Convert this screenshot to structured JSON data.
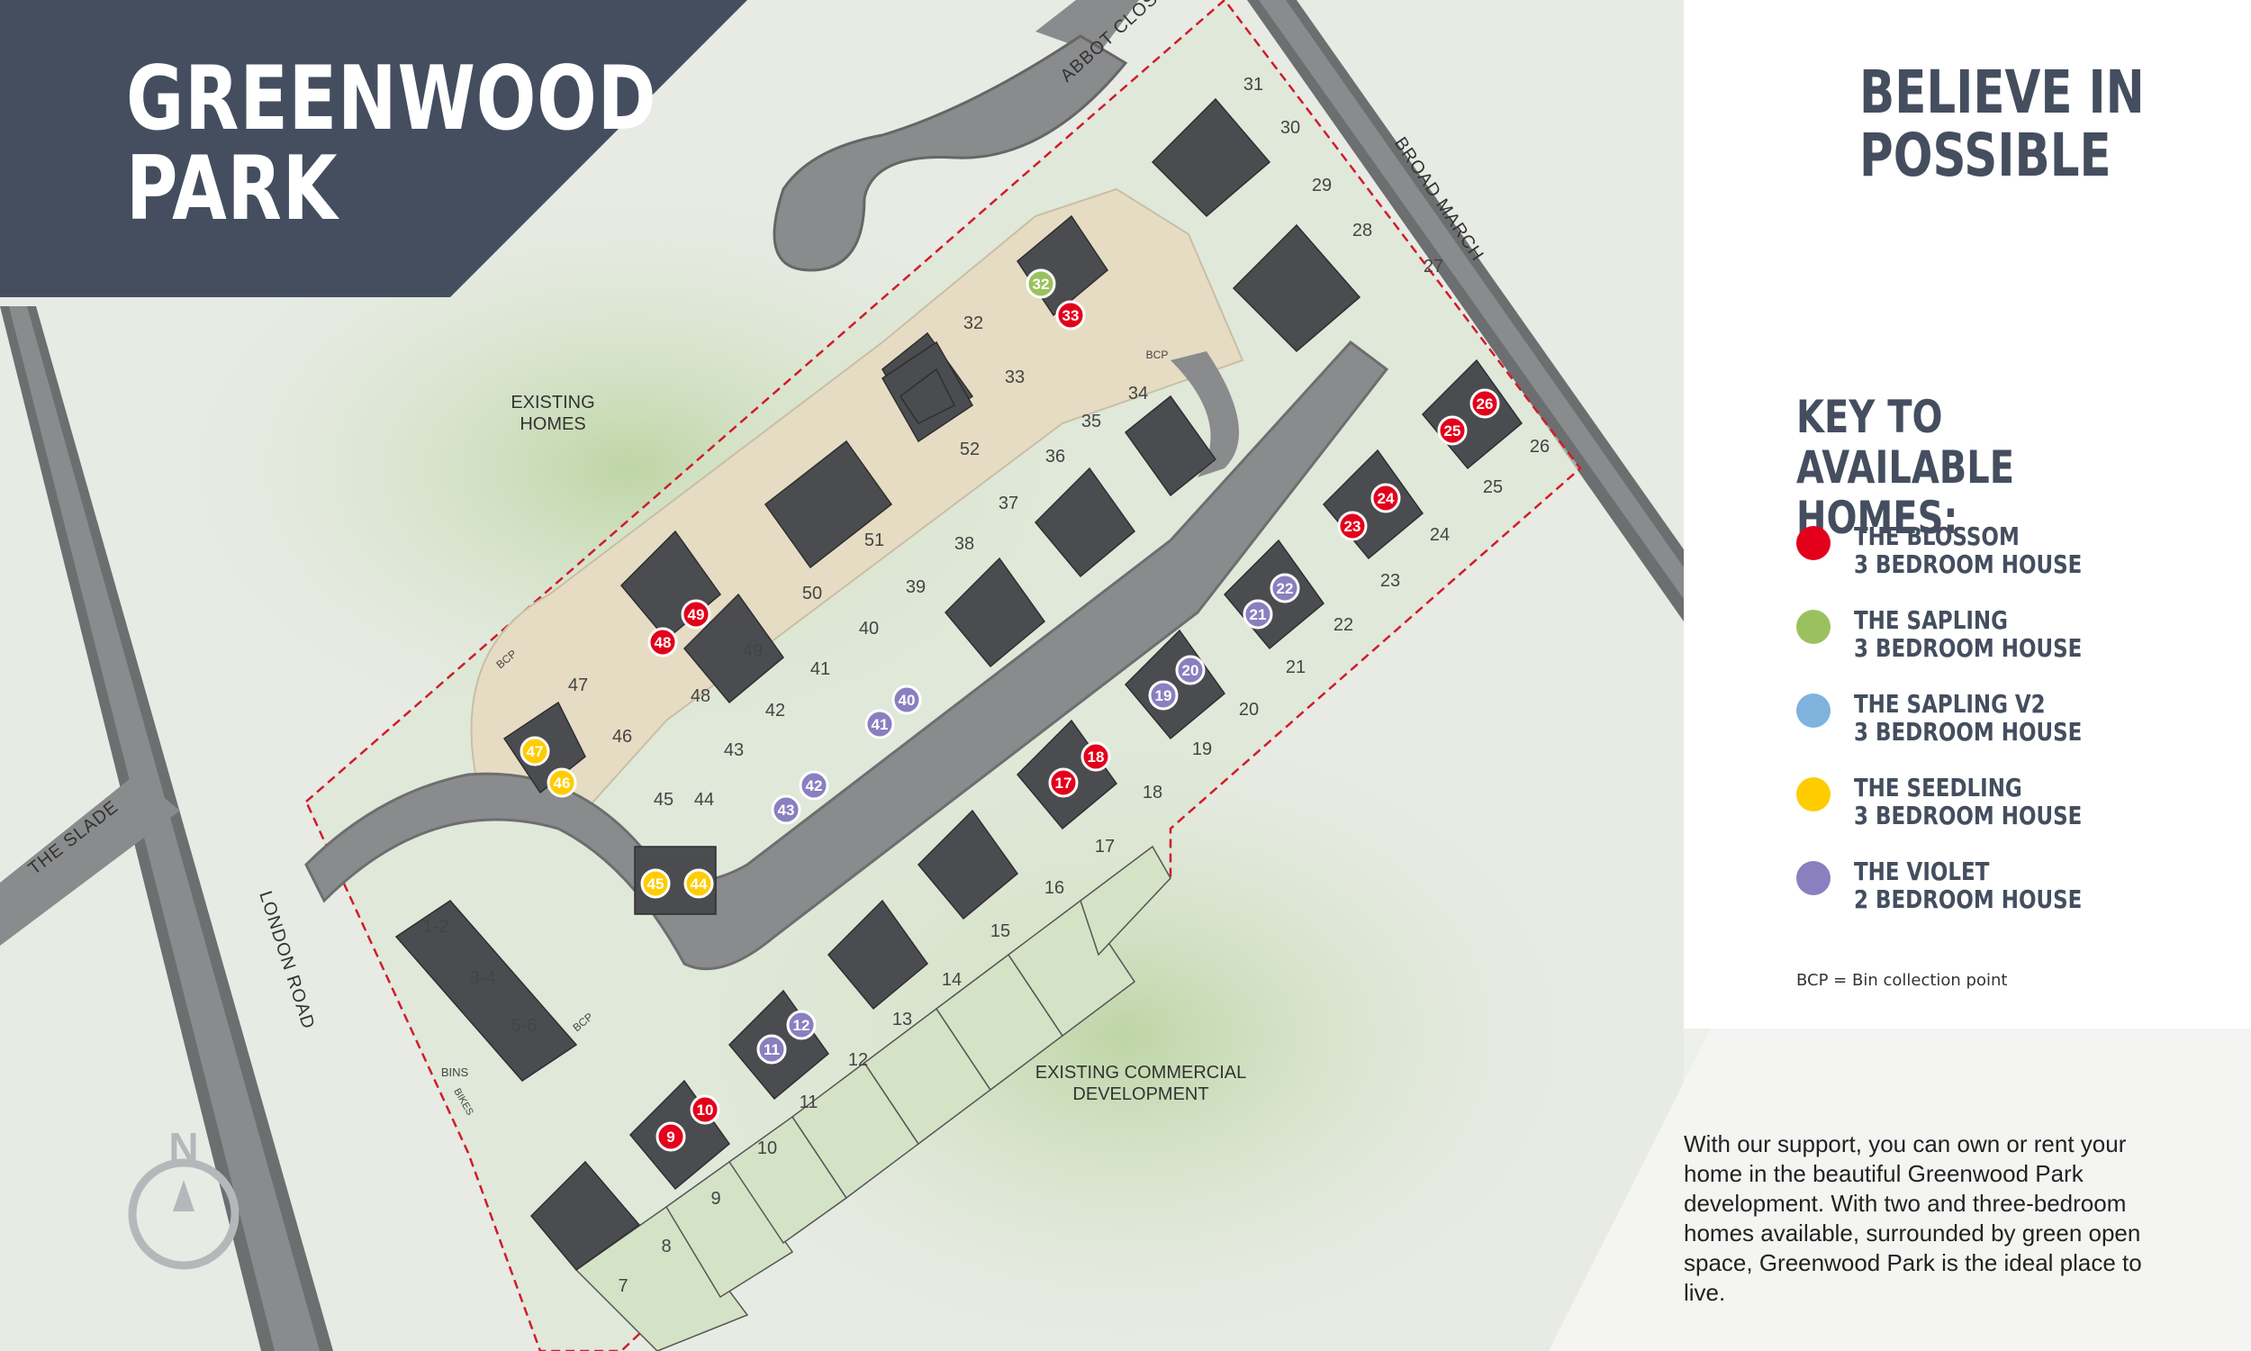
{
  "title": {
    "line1": "GREENWOOD",
    "line2": "PARK"
  },
  "slogan": {
    "line1": "BELIEVE IN",
    "line2": "POSSIBLE"
  },
  "key": {
    "title_line1": "KEY TO",
    "title_line2": "AVAILABLE HOMES:",
    "items": [
      {
        "name": "THE BLOSSOM",
        "desc": "3 BEDROOM HOUSE",
        "color": "#e3001b"
      },
      {
        "name": "THE SAPLING",
        "desc": "3 BEDROOM HOUSE",
        "color": "#9bc15e"
      },
      {
        "name": "THE SAPLING V2",
        "desc": "3 BEDROOM HOUSE",
        "color": "#7fb3de"
      },
      {
        "name": "THE SEEDLING",
        "desc": "3 BEDROOM HOUSE",
        "color": "#ffcc00"
      },
      {
        "name": "THE VIOLET",
        "desc": "2 BEDROOM HOUSE",
        "color": "#8a7fbf"
      }
    ],
    "bcp_note": "BCP = Bin collection point"
  },
  "intro": "With our support, you can own or rent your home in the beautiful Greenwood Park development. With two and three-bedroom homes available, surrounded by green open space, Greenwood Park is the ideal place to live.",
  "roads": {
    "abbot_close": "ABBOT CLOSE",
    "broad_march": "BROAD MARCH",
    "the_slade": "THE SLADE",
    "london_road": "LONDON ROAD"
  },
  "areas": {
    "existing_homes_1": "EXISTING",
    "existing_homes_2": "HOMES",
    "commercial_1": "EXISTING COMMERCIAL",
    "commercial_2": "DEVELOPMENT"
  },
  "compass": "N",
  "map_labels": {
    "bcp": "BCP",
    "bins": "BINS",
    "bikes": "BIKES"
  },
  "plots": [
    {
      "n": "7"
    },
    {
      "n": "8"
    },
    {
      "n": "9"
    },
    {
      "n": "10"
    },
    {
      "n": "11"
    },
    {
      "n": "12"
    },
    {
      "n": "13"
    },
    {
      "n": "14"
    },
    {
      "n": "15"
    },
    {
      "n": "16"
    },
    {
      "n": "17"
    },
    {
      "n": "18"
    },
    {
      "n": "19"
    },
    {
      "n": "20"
    },
    {
      "n": "21"
    },
    {
      "n": "22"
    },
    {
      "n": "23"
    },
    {
      "n": "24"
    },
    {
      "n": "25"
    },
    {
      "n": "26"
    },
    {
      "n": "27"
    },
    {
      "n": "28"
    },
    {
      "n": "29"
    },
    {
      "n": "30"
    },
    {
      "n": "31"
    },
    {
      "n": "32"
    },
    {
      "n": "33"
    },
    {
      "n": "34"
    },
    {
      "n": "35"
    },
    {
      "n": "36"
    },
    {
      "n": "37"
    },
    {
      "n": "38"
    },
    {
      "n": "39"
    },
    {
      "n": "40"
    },
    {
      "n": "41"
    },
    {
      "n": "42"
    },
    {
      "n": "43"
    },
    {
      "n": "44"
    },
    {
      "n": "45"
    },
    {
      "n": "46"
    },
    {
      "n": "47"
    },
    {
      "n": "48"
    },
    {
      "n": "49"
    },
    {
      "n": "50"
    },
    {
      "n": "51"
    },
    {
      "n": "52"
    },
    {
      "n": "1-2"
    },
    {
      "n": "3-4"
    },
    {
      "n": "5-6"
    }
  ],
  "available": [
    {
      "n": "9",
      "type": "blossom"
    },
    {
      "n": "10",
      "type": "blossom"
    },
    {
      "n": "11",
      "type": "violet"
    },
    {
      "n": "12",
      "type": "violet"
    },
    {
      "n": "17",
      "type": "blossom"
    },
    {
      "n": "18",
      "type": "blossom"
    },
    {
      "n": "19",
      "type": "violet"
    },
    {
      "n": "20",
      "type": "violet"
    },
    {
      "n": "21",
      "type": "violet"
    },
    {
      "n": "22",
      "type": "violet"
    },
    {
      "n": "23",
      "type": "blossom"
    },
    {
      "n": "24",
      "type": "blossom"
    },
    {
      "n": "25",
      "type": "blossom"
    },
    {
      "n": "26",
      "type": "blossom"
    },
    {
      "n": "32",
      "type": "sapling"
    },
    {
      "n": "33",
      "type": "blossom"
    },
    {
      "n": "40",
      "type": "violet"
    },
    {
      "n": "41",
      "type": "violet"
    },
    {
      "n": "42",
      "type": "violet"
    },
    {
      "n": "43",
      "type": "violet"
    },
    {
      "n": "44",
      "type": "seedling"
    },
    {
      "n": "45",
      "type": "seedling"
    },
    {
      "n": "46",
      "type": "seedling"
    },
    {
      "n": "47",
      "type": "seedling"
    },
    {
      "n": "48",
      "type": "blossom"
    },
    {
      "n": "49",
      "type": "blossom"
    }
  ],
  "type_colors": {
    "blossom": "#e3001b",
    "sapling": "#9bc15e",
    "violet": "#8a7fbf",
    "seedling": "#ffcc00"
  }
}
